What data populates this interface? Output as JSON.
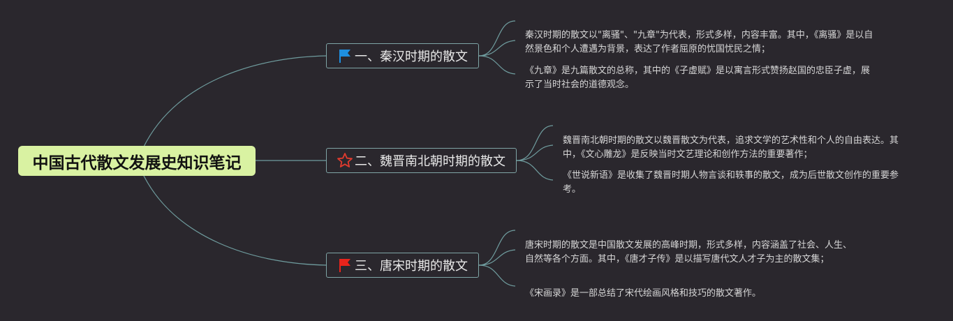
{
  "root": {
    "title": "中国古代散文发展史知识笔记"
  },
  "branches": [
    {
      "icon": "blue-flag-icon",
      "label": "一、秦汉时期的散文",
      "notes": [
        "秦汉时期的散文以\"离骚\"、\"九章\"为代表，形式多样，内容丰富。其中，《离骚》是以自然景色和个人遭遇为背景，表达了作者屈原的忧国忧民之情；",
        "《九章》是九篇散文的总称，其中的《子虚赋》是以寓言形式赞扬赵国的忠臣子虚，展示了当时社会的道德观念。"
      ]
    },
    {
      "icon": "red-star-icon",
      "label": "二、魏晋南北朝时期的散文",
      "notes": [
        "魏晋南北朝时期的散文以魏晋散文为代表，追求文学的艺术性和个人的自由表达。其中，《文心雕龙》是反映当时文艺理论和创作方法的重要著作；",
        "《世说新语》是收集了魏晋时期人物言谈和轶事的散文，成为后世散文创作的重要参考。"
      ]
    },
    {
      "icon": "red-flag-icon",
      "label": "三、唐宋时期的散文",
      "notes": [
        "唐宋时期的散文是中国散文发展的高峰时期，形式多样，内容涵盖了社会、人生、自然等各个方面。其中，《唐才子传》是以描写唐代文人才子为主的散文集；",
        "《宋画录》是一部总结了宋代绘画风格和技巧的散文著作。"
      ]
    }
  ],
  "colors": {
    "background": "#2a272d",
    "root_fill": "#d9f2a2",
    "connector": "#6f9c9e",
    "branch_border": "#7fa5a6",
    "flag_blue": "#1e8fe0",
    "star_red": "#e23b2e",
    "flag_red": "#e8241c"
  }
}
